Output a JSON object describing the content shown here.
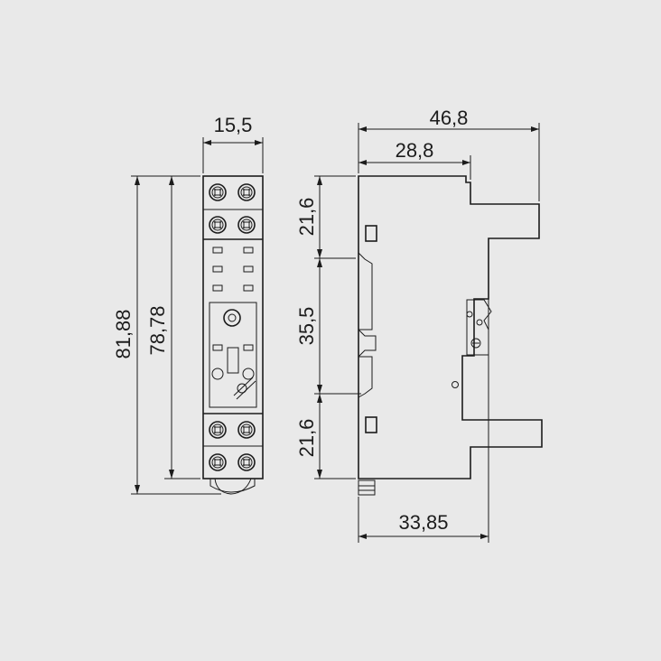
{
  "front_view": {
    "width_label": "15,5",
    "total_height_label": "81,88",
    "body_height_label": "78,78"
  },
  "side_view": {
    "overall_depth_label": "46,8",
    "upper_depth_label": "28,8",
    "top_section_label": "21,6",
    "rail_section_label": "35,5",
    "bottom_section_label": "21,6",
    "base_depth_label": "33,85"
  },
  "colors": {
    "background": "#e9e9e9",
    "line": "#1c1c1c"
  }
}
